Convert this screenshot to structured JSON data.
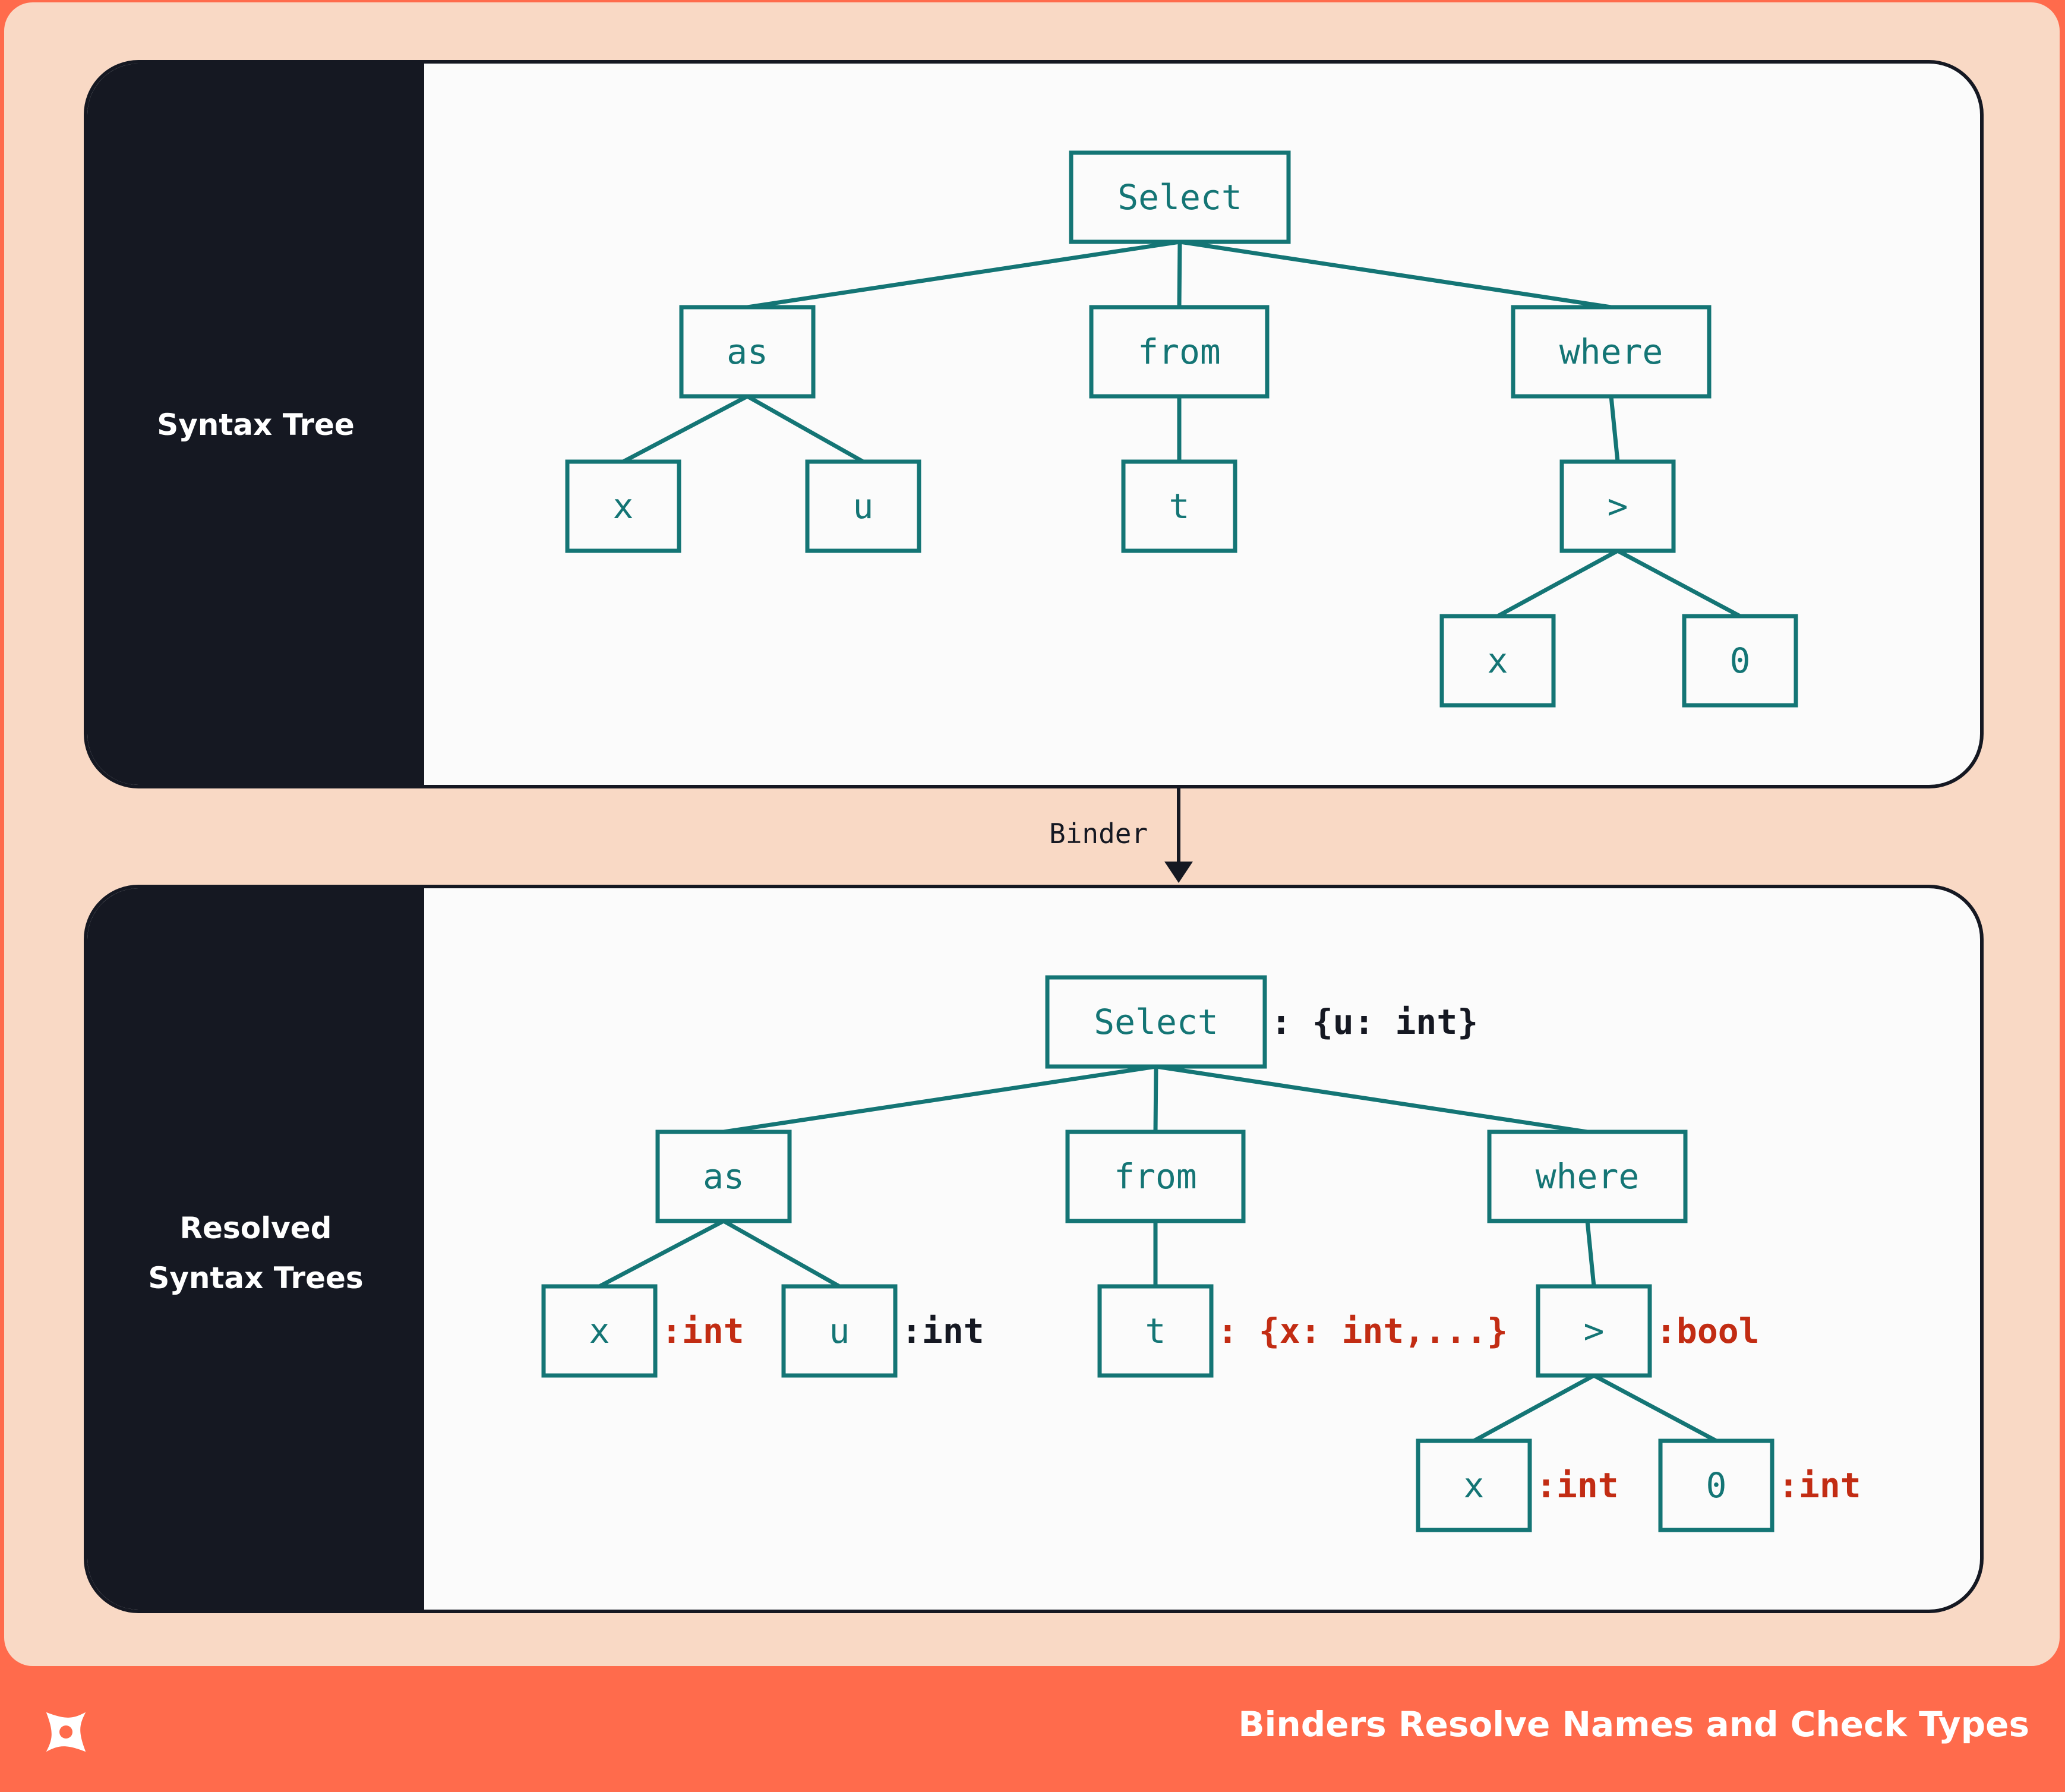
{
  "panels": {
    "top": {
      "label_lines": [
        "Syntax Tree"
      ]
    },
    "bottom": {
      "label_lines": [
        "Resolved",
        "Syntax Trees"
      ]
    }
  },
  "arrow": {
    "label": "Binder"
  },
  "footer": {
    "title": "Binders Resolve Names and Check Types"
  },
  "trees": {
    "top": {
      "nodes": {
        "select": "Select",
        "as": "as",
        "from": "from",
        "where": "where",
        "x1": "x",
        "u": "u",
        "t": "t",
        "gt": ">",
        "x2": "x",
        "zero": "0"
      },
      "types": {}
    },
    "bottom": {
      "nodes": {
        "select": "Select",
        "as": "as",
        "from": "from",
        "where": "where",
        "x1": "x",
        "u": "u",
        "t": "t",
        "gt": ">",
        "x2": "x",
        "zero": "0"
      },
      "types": {
        "select": {
          "text": ": {u: int}",
          "color": "black"
        },
        "x1": {
          "text": ":int",
          "color": "red"
        },
        "u": {
          "text": ":int",
          "color": "black"
        },
        "t": {
          "text": ": {x: int,...}",
          "color": "red"
        },
        "gt": {
          "text": ":bool",
          "color": "red"
        },
        "x2": {
          "text": ":int",
          "color": "red"
        },
        "zero": {
          "text": ":int",
          "color": "red"
        }
      }
    }
  },
  "colors": {
    "background": "#ff6b4c",
    "canvas": "#f9d9c5",
    "panel_side": "#151822",
    "node_stroke": "#147575",
    "type_red": "#c22c13",
    "type_black": "#151822"
  },
  "icons": {
    "logo": "x-star-logo-icon"
  }
}
